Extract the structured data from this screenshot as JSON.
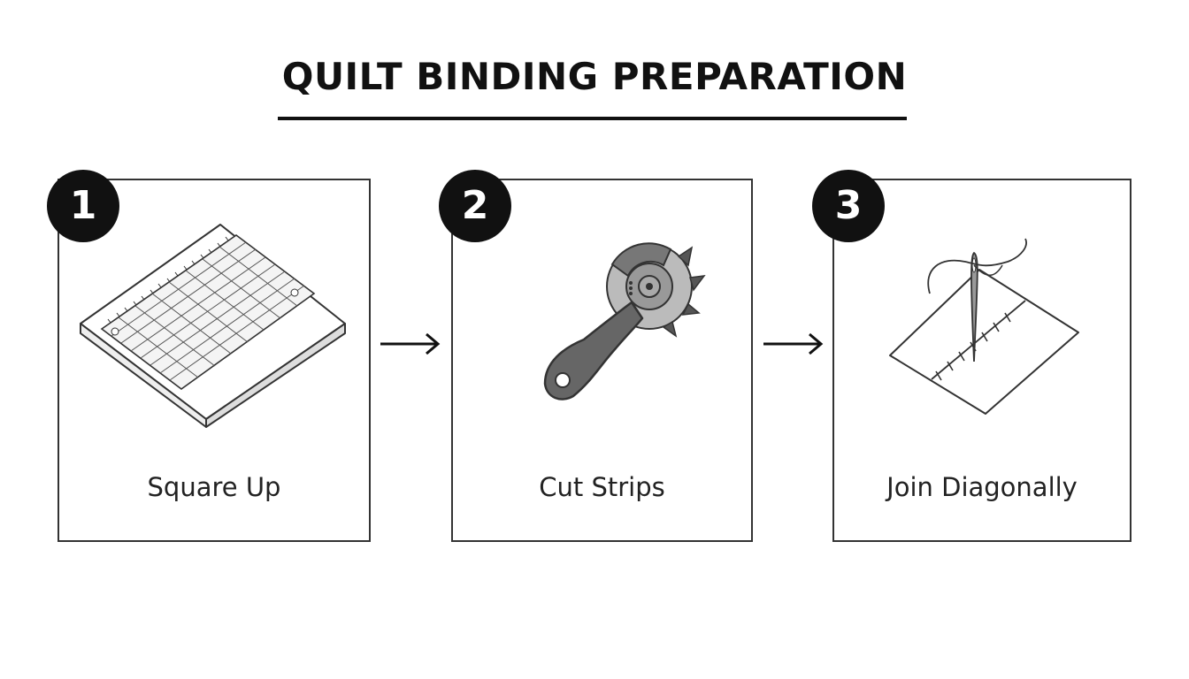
{
  "title": "QUILT BINDING PREPARATION",
  "steps": [
    {
      "number": "1",
      "label": "Square Up",
      "icon": "ruler-mat-icon"
    },
    {
      "number": "2",
      "label": "Cut Strips",
      "icon": "rotary-cutter-icon"
    },
    {
      "number": "3",
      "label": "Join Diagonally",
      "icon": "needle-seam-icon"
    }
  ],
  "colors": {
    "ink": "#111111",
    "tool": "#555555"
  }
}
